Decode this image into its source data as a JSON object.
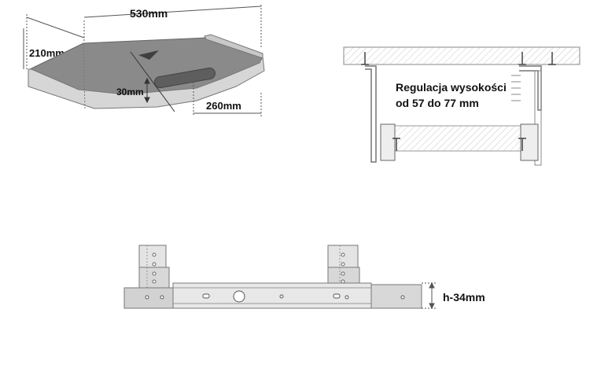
{
  "tray_view": {
    "width_label": "530mm",
    "depth_label": "210mm",
    "height_label": "30mm",
    "extension_label": "260mm"
  },
  "section_view": {
    "note_line1": "Regulacja wysokości",
    "note_line2": "od 57 do 77 mm"
  },
  "rail_view": {
    "height_label": "h-34mm"
  }
}
